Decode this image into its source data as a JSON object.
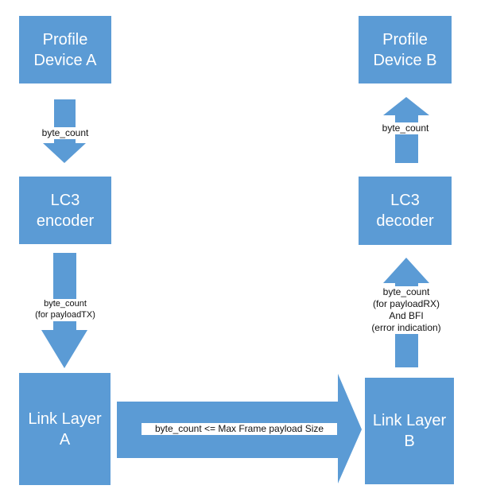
{
  "colors": {
    "box_fill": "#5b9bd5",
    "box_text": "#ffffff",
    "label_text": "#111111",
    "label_background": "#ffffff"
  },
  "nodes": {
    "profile_a": "Profile\nDevice A",
    "profile_b": "Profile\nDevice B",
    "encoder": "LC3\nencoder",
    "decoder": "LC3\ndecoder",
    "link_a": "Link Layer\nA",
    "link_b": "Link Layer\nB"
  },
  "edges": {
    "profile_to_encoder": "byte_count",
    "encoder_to_link": "byte_count\n(for payloadTX)",
    "link_a_to_link_b": "byte_count <= Max Frame payload Size",
    "link_to_decoder": "byte_count\n(for payloadRX)\nAnd BFI\n(error indication)",
    "decoder_to_profile": "byte_count"
  }
}
